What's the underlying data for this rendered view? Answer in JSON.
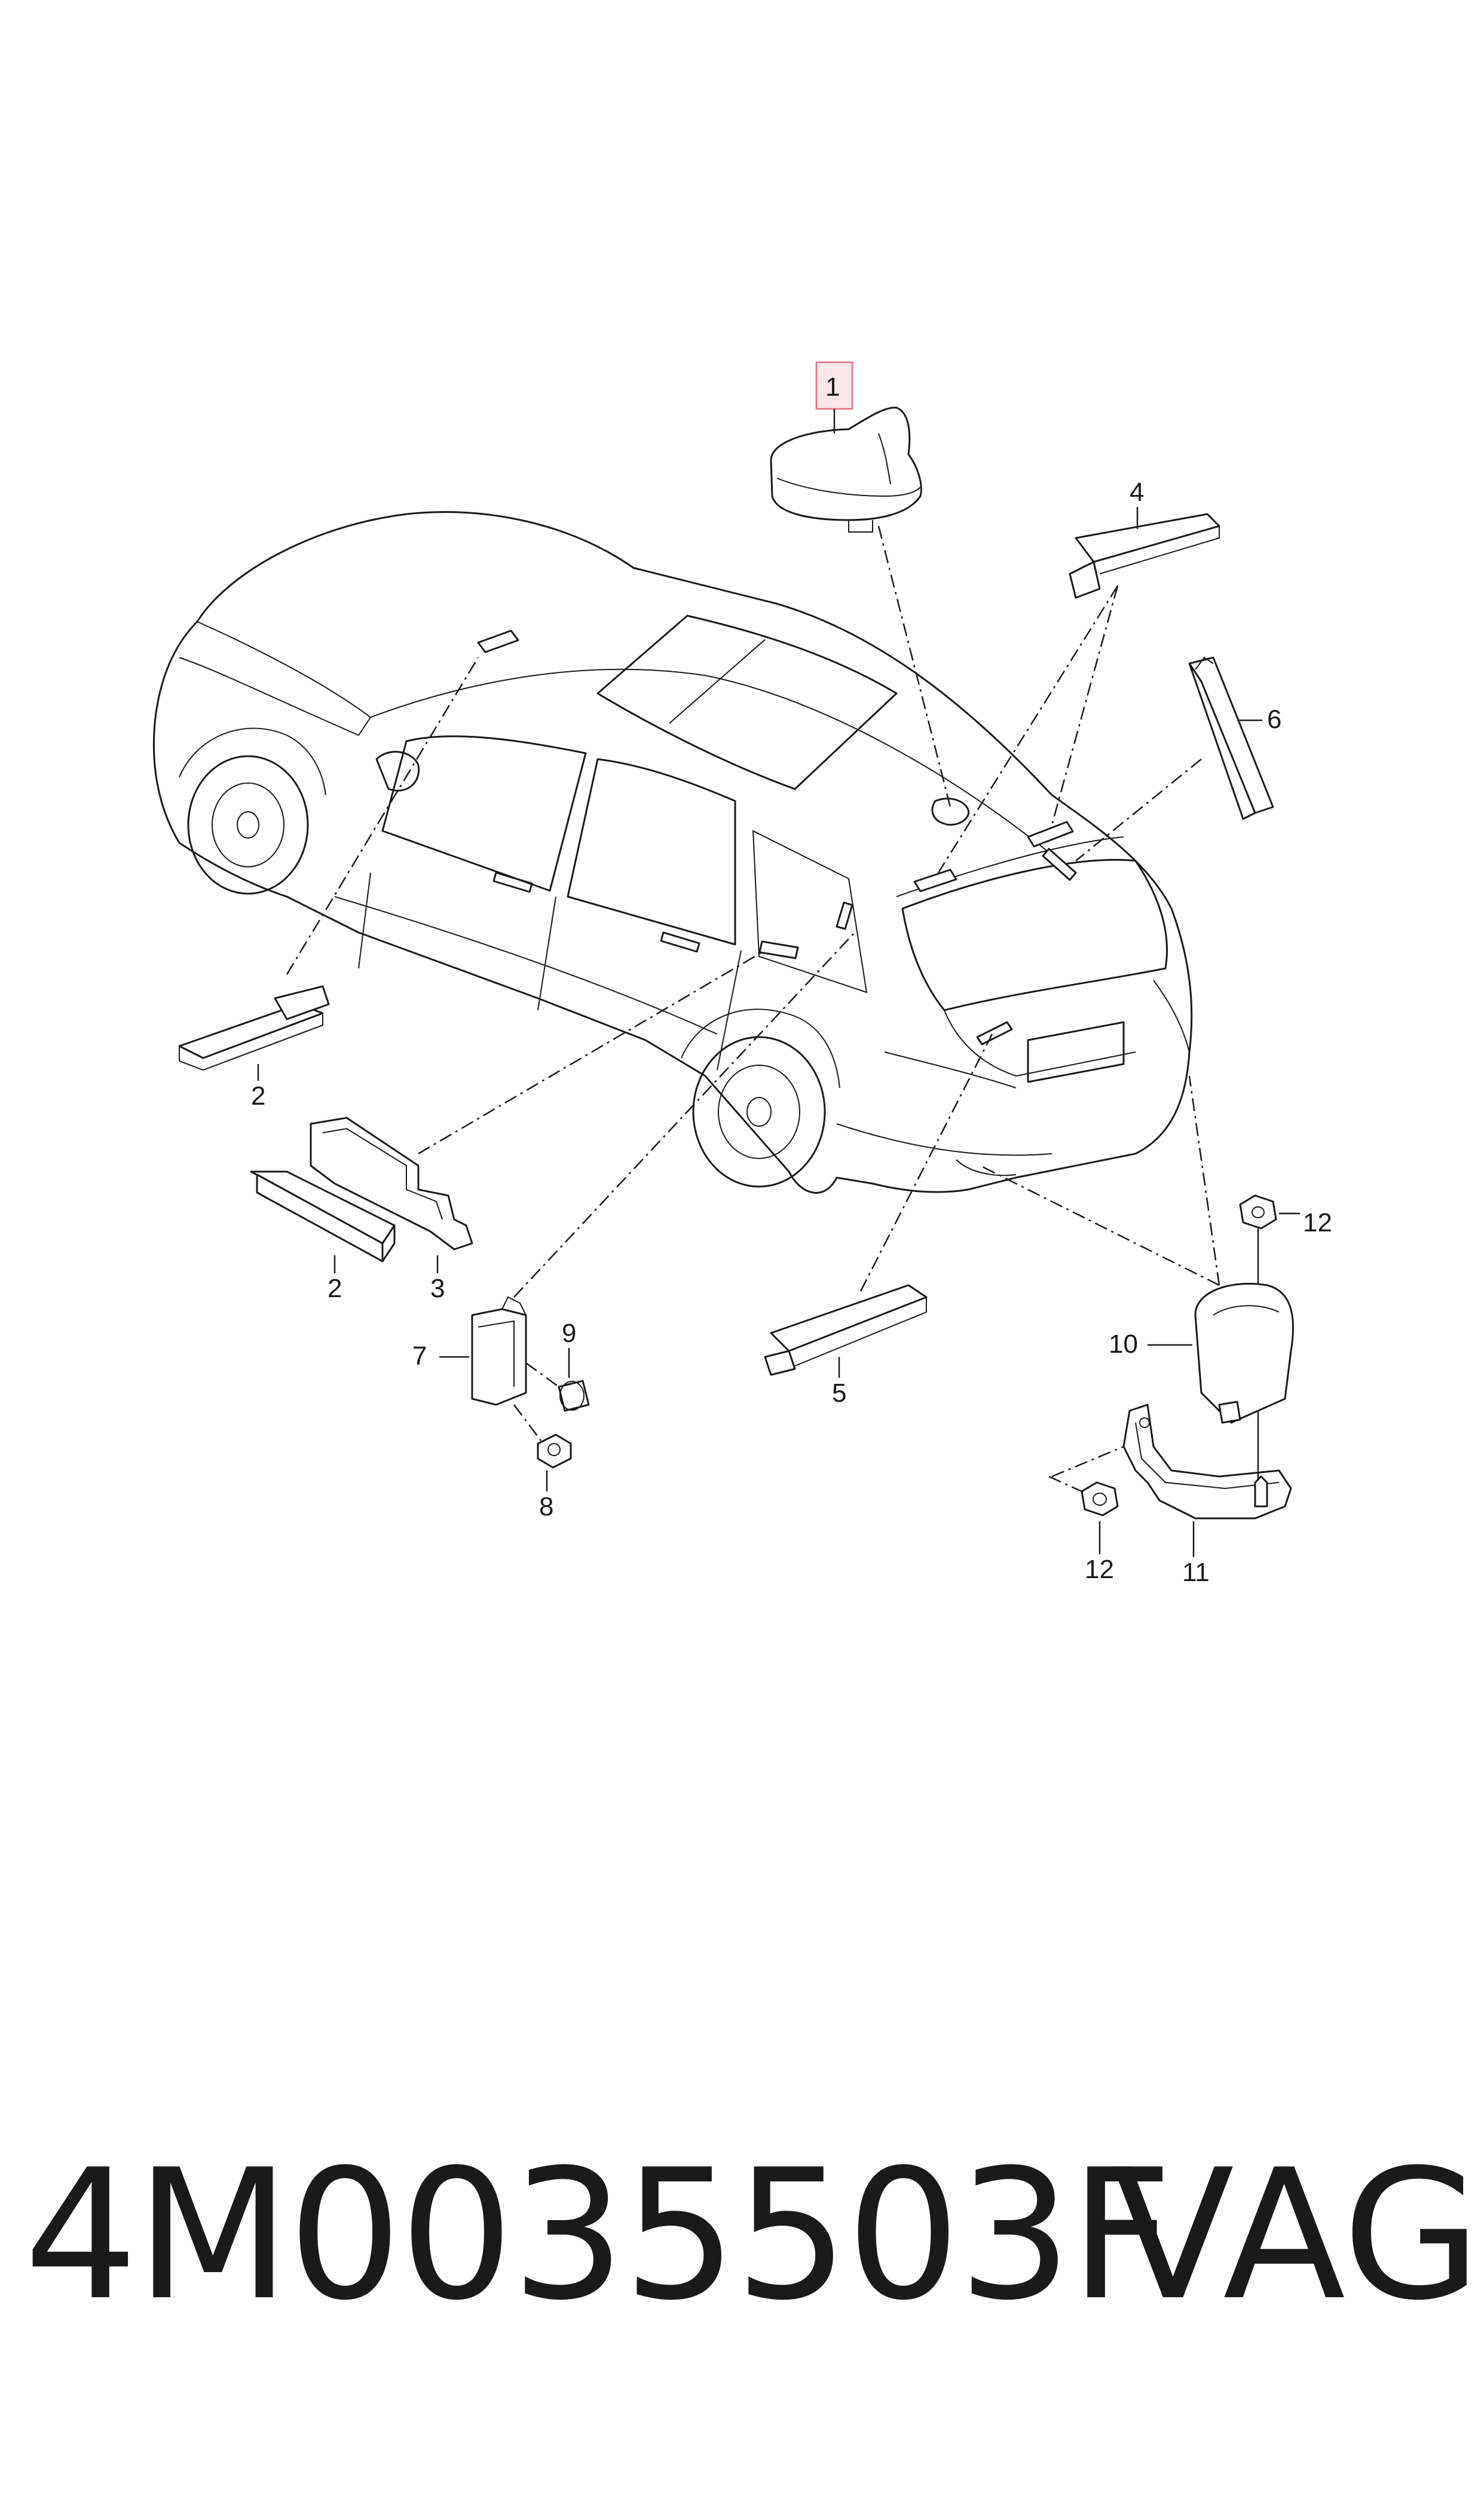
{
  "callouts": {
    "c1": "1",
    "c2a": "2",
    "c2b": "2",
    "c3": "3",
    "c4": "4",
    "c5": "5",
    "c6": "6",
    "c7": "7",
    "c8": "8",
    "c9": "9",
    "c10": "10",
    "c11": "11",
    "c12a": "12",
    "c12b": "12"
  },
  "footer": {
    "part_number": "4M0035503F",
    "brand": "VAG"
  },
  "highlight_color": "#e0707f"
}
